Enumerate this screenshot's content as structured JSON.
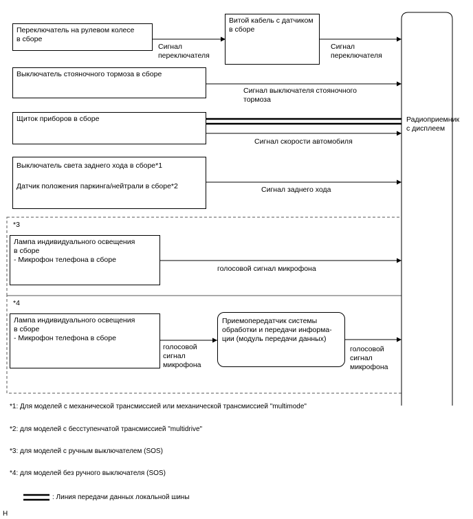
{
  "boxes": {
    "steering_switch": "Переключатель на рулевом колесе\nв сборе",
    "spiral_cable": "Витой кабель с датчиком\nв сборе",
    "parking_brake": "Выключатель стояночного тормоза в сборе",
    "meter": "Щиток приборов в сборе",
    "backup_switch": "Выключатель света заднего хода в сборе*1",
    "park_neutral": "Датчик положения паркинга/нейтрали в сборе*2",
    "lamp_a": "Лампа индивидуального освещения\nв сборе\n- Микрофон телефона в сборе",
    "lamp_b": "Лампа индивидуального освещения\nв сборе\n- Микрофон телефона в сборе",
    "dcm": "Приемопередатчик системы\nобработки и передачи информа-\nции (модуль передачи данных)",
    "radio": "Радиоприемник\nс дисплеем"
  },
  "signals": {
    "switch_1": "Сигнал\nпереключателя",
    "switch_2": "Сигнал\nпереключателя",
    "parking_brake": "Сигнал выключателя стояночного\nтормоза",
    "speed": "Сигнал скорости автомобиля",
    "reverse": "Сигнал заднего хода",
    "mic_a": "голосовой сигнал микрофона",
    "mic_b1": "голосовой\nсигнал\nмикрофона",
    "mic_b2": "голосовой\nсигнал\nмикрофона"
  },
  "groups": {
    "g3": "*3",
    "g4": "*4"
  },
  "notes": {
    "n1": "*1: Для моделей с механической трансмиссией или механической трансмиссией \"multimode\"",
    "n2": "*2: для моделей с бесступенчатой трансмиссией \"multidrive\"",
    "n3": "*3: для моделей с ручным выключателем (SOS)",
    "n4": "*4: для моделей без ручного выключателя (SOS)"
  },
  "legend": {
    "bus_line": ": Линия передачи данных локальной шины"
  },
  "corner_mark": "H"
}
